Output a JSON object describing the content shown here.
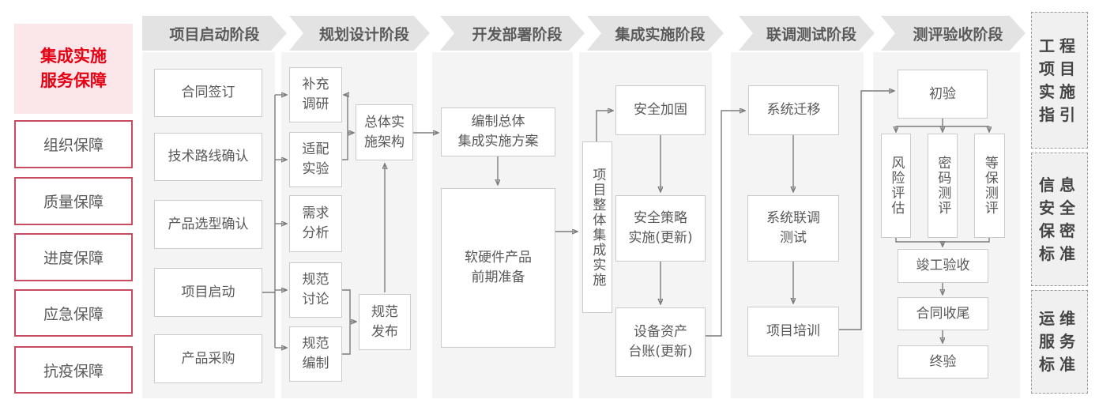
{
  "colors": {
    "accent_red": "#e60013",
    "red_border": "#c84b5f",
    "pink_bg": "#fbe6e9",
    "header_gray": "#e3e3e3",
    "strip_gray": "#f4f4f4",
    "box_border": "#cbcbcb",
    "text_gray": "#595959",
    "line_gray": "#7c7c7c"
  },
  "sidebar": {
    "title": "集成实施\n服务保障",
    "items": [
      "组织保障",
      "质量保障",
      "进度保障",
      "应急保障",
      "抗疫保障"
    ]
  },
  "phases": [
    {
      "label": "项目启动阶段",
      "boxes": [
        "合同签订",
        "技术路线确认",
        "产品选型确认",
        "项目启动",
        "产品采购"
      ]
    },
    {
      "label": "规划设计阶段",
      "boxes": [
        "补充\n调研",
        "适配\n实验",
        "需求\n分析",
        "规范\n讨论",
        "规范\n编制",
        "总体实\n施架构",
        "规范\n发布"
      ]
    },
    {
      "label": "开发部署阶段",
      "boxes": [
        "编制总体\n集成实施方案",
        "软硬件产品\n前期准备"
      ]
    },
    {
      "label": "集成实施阶段",
      "boxes": [
        "项目整体集成实施",
        "安全加固",
        "安全策略\n实施(更新)",
        "设备资产\n台账(更新)"
      ]
    },
    {
      "label": "联调测试阶段",
      "boxes": [
        "系统迁移",
        "系统联调\n测试",
        "项目培训"
      ]
    },
    {
      "label": "测评验收阶段",
      "boxes": [
        "初验",
        "风险评估",
        "密码测评",
        "等保测评",
        "竣工验收",
        "合同收尾",
        "终验"
      ]
    }
  ],
  "standards": [
    "工程\n项目\n实施\n指引",
    "信息\n安全\n保密\n标准",
    "运维\n服务\n标准"
  ]
}
